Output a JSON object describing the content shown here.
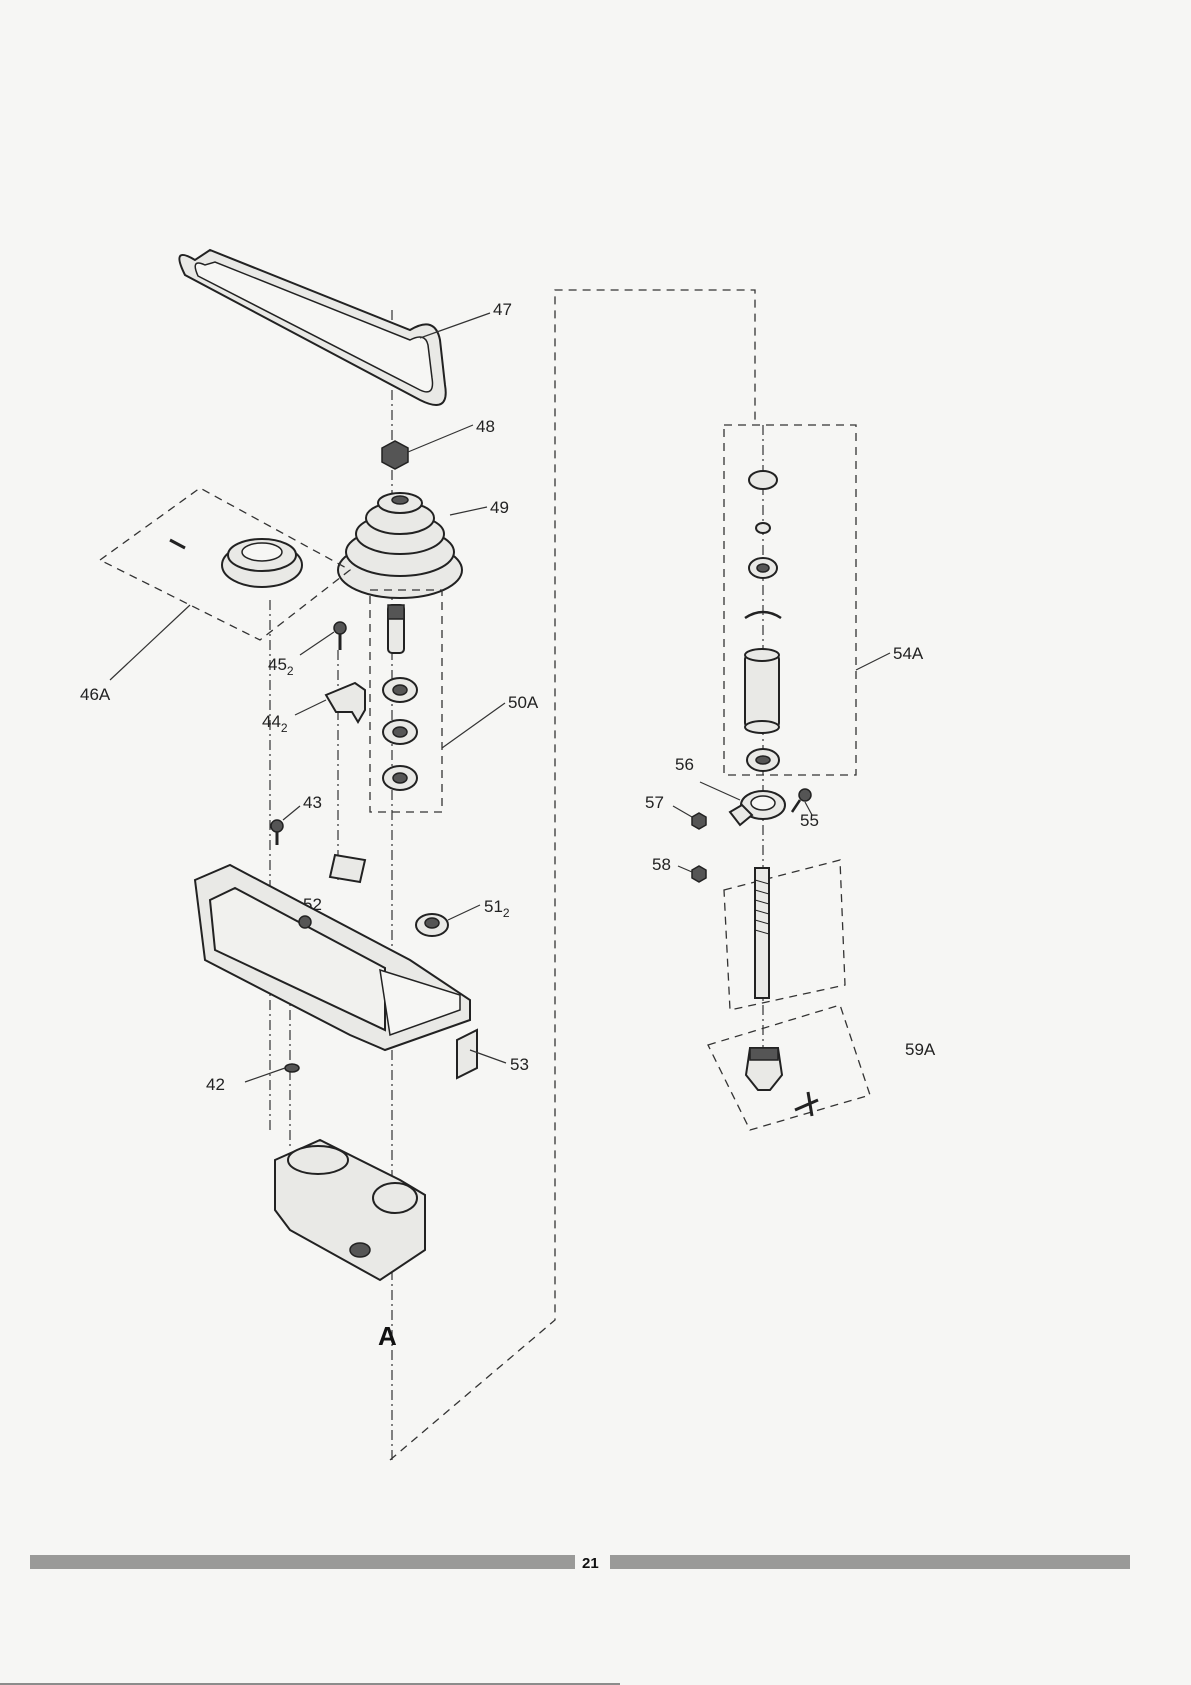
{
  "labels": {
    "p47": "47",
    "p48": "48",
    "p49": "49",
    "p46A": "46A",
    "p45": "45",
    "p45_sub": "2",
    "p44": "44",
    "p44_sub": "2",
    "p50A": "50A",
    "p43": "43",
    "p52": "52",
    "p51": "51",
    "p51_sub": "2",
    "p53": "53",
    "p42": "42",
    "pA": "A",
    "p54A": "54A",
    "p56": "56",
    "p57": "57",
    "p55": "55",
    "p58": "58",
    "p59A": "59A"
  },
  "page_number": "21"
}
